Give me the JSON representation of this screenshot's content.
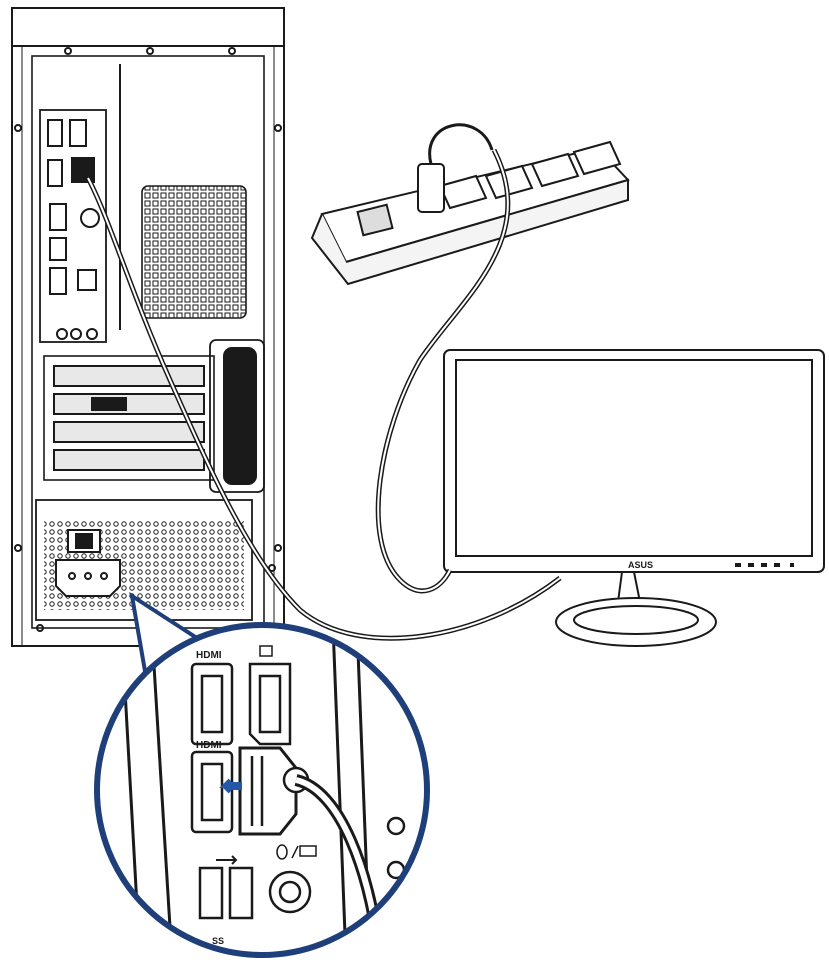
{
  "labels": {
    "hdmi_top": "HDMI",
    "hdmi_bottom": "HDMI",
    "monitor_brand": "ASUS",
    "usb_label": "SS"
  },
  "colors": {
    "line": "#1a1a1a",
    "zoom_circle": "#1f3f7a",
    "arrow": "#2457a8",
    "panel_fill": "#ffffff"
  },
  "icons": {
    "displayport": "displayport-icon",
    "usb": "usb-icon",
    "keyboard_mouse": "ps2-keyboard-mouse-icon"
  }
}
